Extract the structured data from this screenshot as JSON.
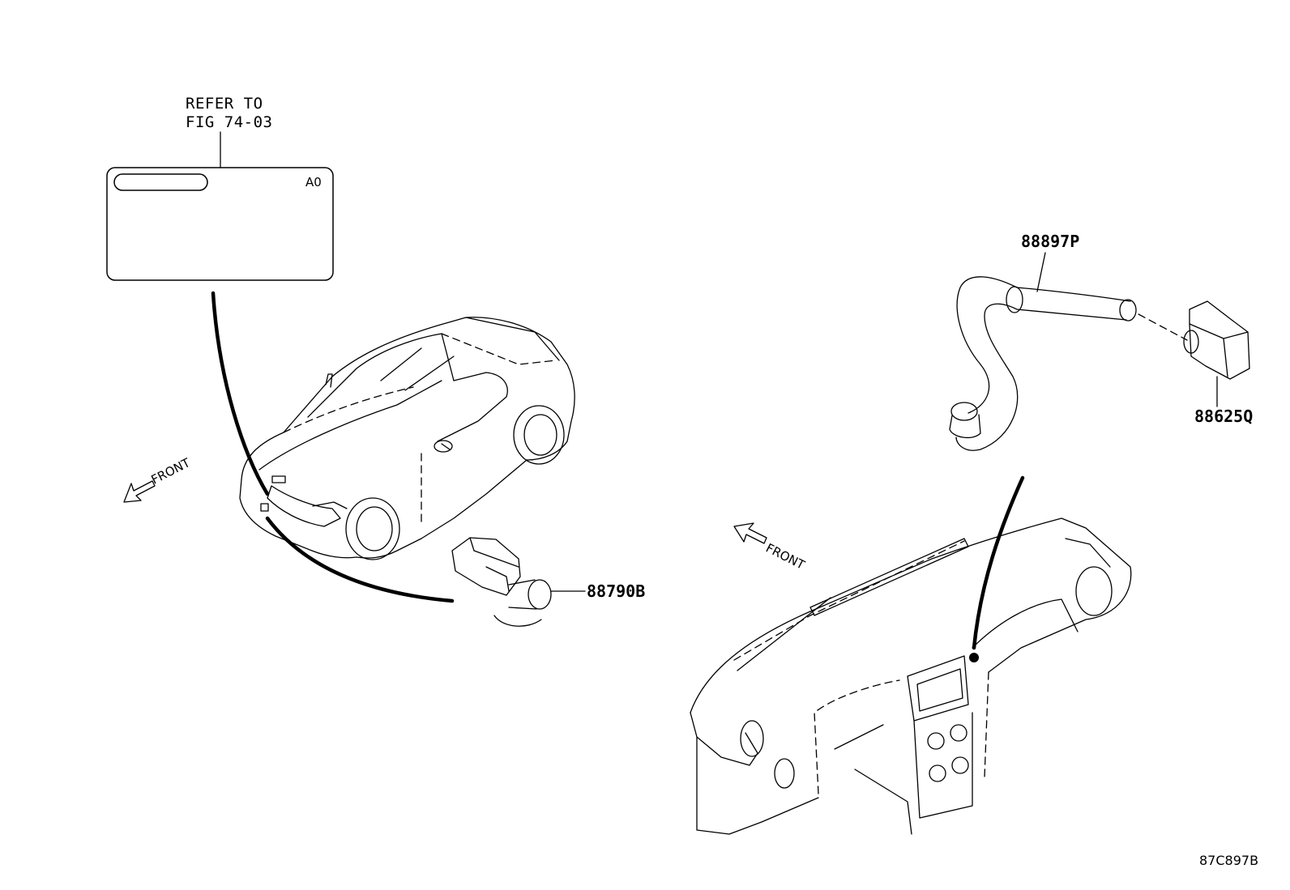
{
  "reference_note": {
    "line1": "REFER TO",
    "line2": "FIG 74-03"
  },
  "reference_box": {
    "tag": "A0"
  },
  "front_labels": {
    "car_front": "FRONT",
    "dash_front": "FRONT"
  },
  "parts": {
    "sensor_part": "88790B",
    "hose_part": "88897P",
    "aspirator_part": "88625Q"
  },
  "diagram_code": "87C897B"
}
